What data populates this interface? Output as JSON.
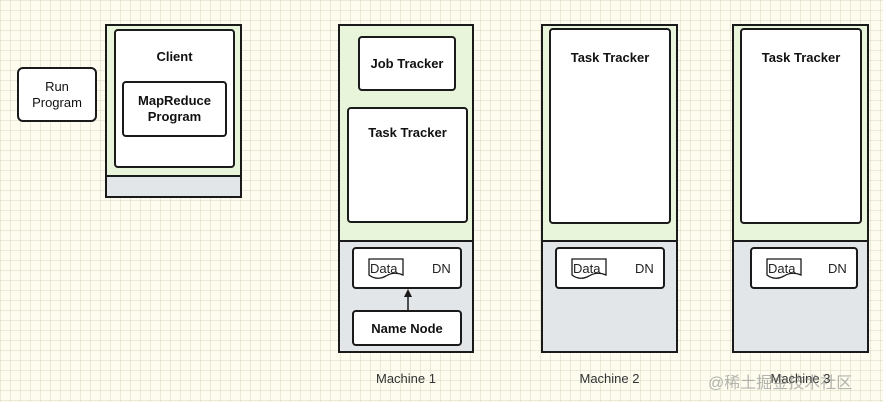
{
  "run_program": "Run\nProgram",
  "client": {
    "title": "Client",
    "program": "MapReduce\nProgram"
  },
  "machines": [
    {
      "caption": "Machine 1",
      "job_tracker": "Job Tracker",
      "task_tracker": "Task Tracker",
      "data_label": "Data",
      "dn_label": "DN",
      "name_node": "Name Node"
    },
    {
      "caption": "Machine 2",
      "task_tracker": "Task Tracker",
      "data_label": "Data",
      "dn_label": "DN"
    },
    {
      "caption": "Machine 3",
      "task_tracker": "Task Tracker",
      "data_label": "Data",
      "dn_label": "DN"
    }
  ],
  "watermark": "@稀土掘金技术社区",
  "colors": {
    "upper_fill": "#e9f5da",
    "lower_fill": "#e3e6e8",
    "background": "#fdfcef"
  }
}
